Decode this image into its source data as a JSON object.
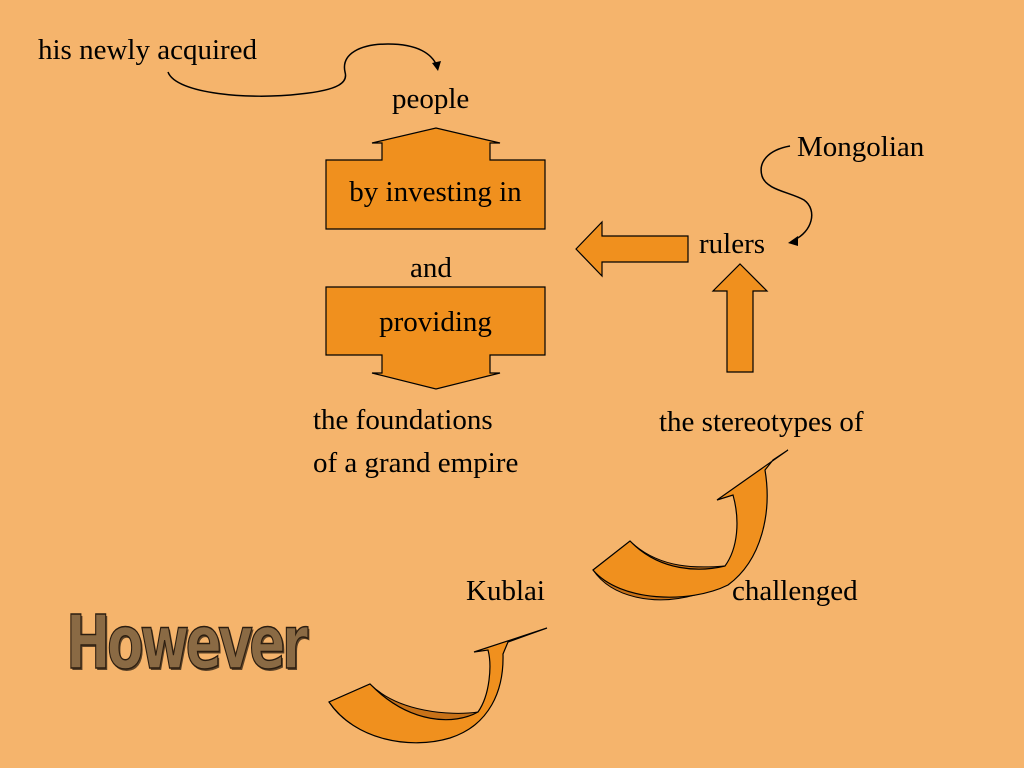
{
  "colors": {
    "background": "#f5b46c",
    "shape_fill": "#f0901e",
    "curved_arrow_dark": "#c87218",
    "outline": "#000000"
  },
  "labels": {
    "his_newly_acquired": "his newly acquired",
    "people": "people",
    "by_investing_in": "by investing in",
    "and": "and",
    "providing": "providing",
    "the_foundations_line1": "the foundations",
    "the_foundations_line2": "of a grand empire",
    "mongolian": "Mongolian",
    "rulers": "rulers",
    "the_stereotypes_of": "the stereotypes of",
    "kublai": "Kublai",
    "challenged": "challenged",
    "however": "However"
  }
}
